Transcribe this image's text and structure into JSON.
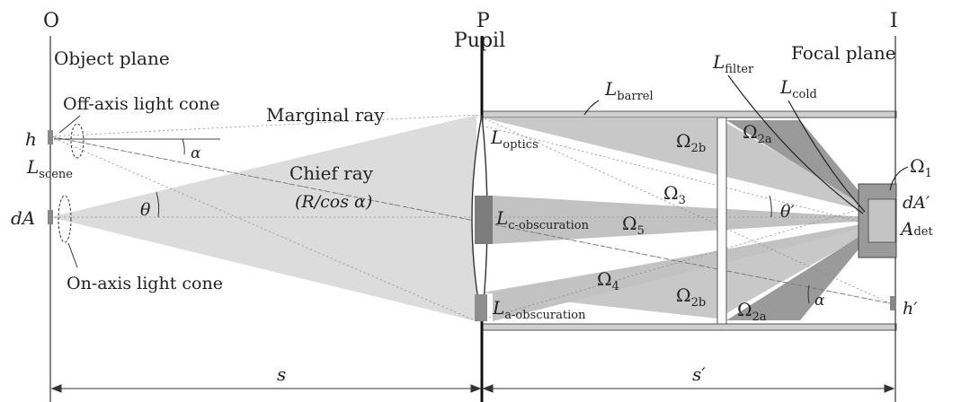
{
  "planes": {
    "object_letter": "O",
    "pupil_letter": "P",
    "pupil_word": "Pupil",
    "image_letter": "I",
    "object_label": "Object plane",
    "focal_label": "Focal plane"
  },
  "rays": {
    "off_axis": "Off-axis light cone",
    "on_axis": "On-axis light cone",
    "marginal": "Marginal ray",
    "chief_line1": "Chief ray",
    "chief_line2": "(R/cos α)"
  },
  "symbols": {
    "h": "h",
    "dA": "dA",
    "alpha": "α",
    "theta": "θ",
    "theta_prime": "θ′",
    "dA_prime": "dA′",
    "A": "A",
    "A_sub": "det",
    "h_prime": "h′",
    "s": "s",
    "s_prime": "s′",
    "L": "L",
    "Omega": "Ω"
  },
  "radiance": {
    "scene": "scene",
    "optics": "optics",
    "barrel": "barrel",
    "filter": "filter",
    "cold": "cold",
    "c_obscuration": "c-obscuration",
    "a_obscuration": "a-obscuration"
  },
  "solid_angles": {
    "one": "1",
    "two_a": "2a",
    "two_b": "2b",
    "three": "3",
    "four": "4",
    "five": "5"
  },
  "colors": {
    "light_gray": "#d9d9d9",
    "mid_gray": "#bdbdbd",
    "dark_gray": "#8c8c8c",
    "line": "#333333"
  }
}
